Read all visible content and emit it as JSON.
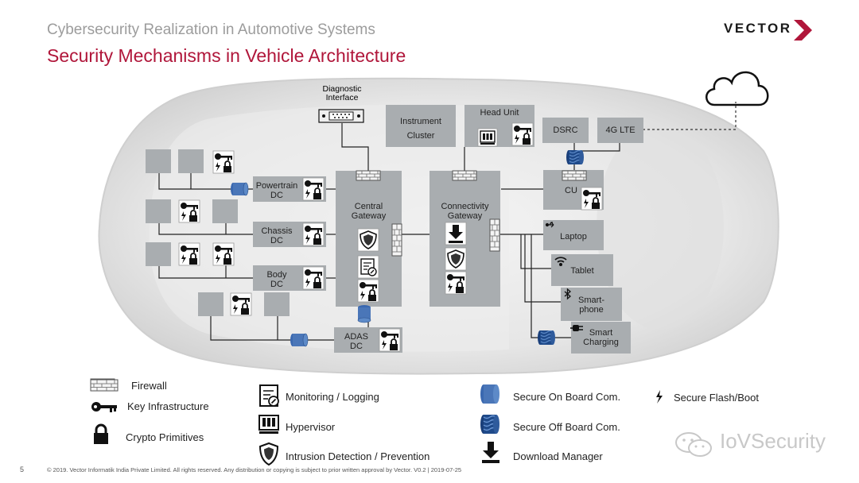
{
  "header": {
    "subtitle": "Cybersecurity Realization in Automotive Systems",
    "title": "Security Mechanisms in Vehicle Architecture",
    "logo": "VECTOR"
  },
  "diagram": {
    "diagnostic_interface": "Diagnostic\nInterface",
    "instrument_cluster": "Instrument\nCluster",
    "head_unit": "Head Unit",
    "dsrc": "DSRC",
    "lte": "4G LTE",
    "cu": "CU",
    "powertrain": "Powertrain\nDC",
    "chassis": "Chassis\nDC",
    "body": "Body\nDC",
    "adas": "ADAS\nDC",
    "central_gateway": "Central\nGateway",
    "connectivity_gateway": "Connectivity\nGateway",
    "laptop": "Laptop",
    "tablet": "Tablet",
    "smartphone": "Smart-\nphone",
    "smart_charging": "Smart\nCharging"
  },
  "legend": {
    "firewall": "Firewall",
    "key_infrastructure": "Key Infrastructure",
    "crypto_primitives": "Crypto Primitives",
    "monitoring": "Monitoring / Logging",
    "hypervisor": "Hypervisor",
    "ids": "Intrusion Detection / Prevention",
    "secure_onboard": "Secure On Board Com.",
    "secure_offboard": "Secure Off Board Com.",
    "download_manager": "Download Manager",
    "secure_flash": "Secure Flash/Boot"
  },
  "footer": {
    "page": "5",
    "copyright": "© 2019. Vector Informatik India Private Limited. All rights reserved. Any distribution or copying is subject to prior written approval by Vector. V0.2 | 2019-07-25"
  },
  "watermark": "IoVSecurity",
  "colors": {
    "title": "#b0163a",
    "box": "#a9adb0",
    "onboard": "#4a76b8",
    "offboard": "#1f4a8a"
  }
}
